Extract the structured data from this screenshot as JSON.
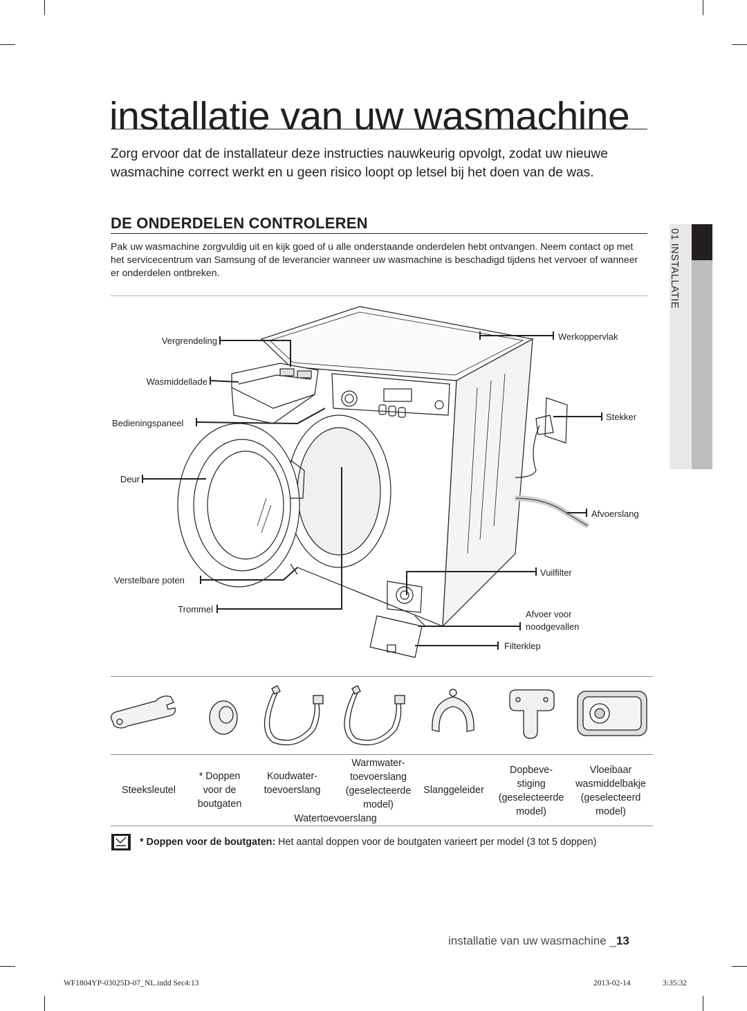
{
  "page_title": "installatie van uw wasmachine",
  "intro": "Zorg ervoor dat de installateur deze instructies nauwkeurig opvolgt, zodat uw nieuwe wasmachine correct werkt en u geen risico loopt op letsel bij het doen van de was.",
  "section": {
    "heading": "DE ONDERDELEN CONTROLEREN",
    "body": "Pak uw wasmachine zorgvuldig uit en kijk goed of u alle onderstaande onderdelen hebt ontvangen. Neem contact op met het servicecentrum van Samsung of de leverancier wanneer uw wasmachine is beschadigd tijdens het vervoer of wanneer er onderdelen ontbreken."
  },
  "side_tab": "01 INSTALLATIE",
  "diagram_labels": {
    "vergrendeling": "Vergrendeling",
    "wasmiddellade": "Wasmiddellade",
    "bedieningspaneel": "Bedieningspaneel",
    "deur": "Deur",
    "verstelbare_poten": "Verstelbare poten",
    "trommel": "Trommel",
    "werkoppervlak": "Werkoppervlak",
    "stekker": "Stekker",
    "afvoerslang": "Afvoerslang",
    "vuilfilter": "Vuilfilter",
    "afvoer_noodgevallen": "Afvoer voor\nnoodgevallen",
    "filterklep": "Filterklep"
  },
  "parts": [
    {
      "caption": "Steeksleutel",
      "icon": "wrench-icon"
    },
    {
      "caption": "* Doppen\nvoor de\nboutgaten",
      "icon": "bolt-cap-icon"
    },
    {
      "caption": "Koudwater-\ntoevoerslang",
      "icon": "cold-water-hose-icon"
    },
    {
      "caption": "Warmwater-\ntoevoerslang\n(geselecteerde\nmodel)",
      "icon": "hot-water-hose-icon"
    },
    {
      "caption": "Slanggeleider",
      "icon": "hose-guide-icon"
    },
    {
      "caption": "Dopbeve-\nstiging\n(geselecteerde\nmodel)",
      "icon": "cap-fixer-icon"
    },
    {
      "caption": "Vloeibaar\nwasmiddelbakje\n(geselecteerd\nmodel)",
      "icon": "liquid-detergent-container-icon"
    }
  ],
  "water_hose_group": "Watertoevoerslang",
  "note": {
    "label": "* Doppen voor de boutgaten:",
    "text": " Het aantal doppen voor de boutgaten varieert per model (3 tot 5 doppen)"
  },
  "footer": {
    "title": "installatie van uw wasmachine _",
    "page": "13"
  },
  "print_line": {
    "file": "WF1804YP-03025D-07_NL.indd   Sec4:13",
    "date": "2013-02-14",
    "time": "3:35:32"
  }
}
